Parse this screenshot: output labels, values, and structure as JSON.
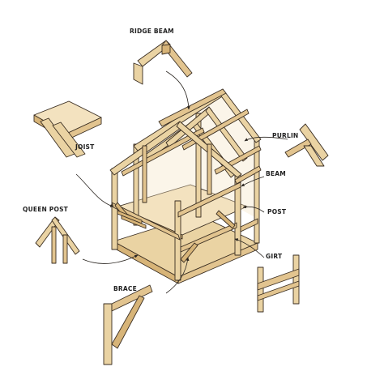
{
  "diagram": {
    "labels": {
      "ridge_beam": "RIDGE BEAM",
      "purlin": "PURLIN",
      "joist": "JOIST",
      "beam": "BEAM",
      "post": "POST",
      "queen_post": "QUEEN POST",
      "girt": "GIRT",
      "brace": "BRACE"
    },
    "colors": {
      "timber": "#ead3a3",
      "timber_shade": "#d7b478",
      "ink": "#3a2e22",
      "background": "#ffffff"
    }
  }
}
